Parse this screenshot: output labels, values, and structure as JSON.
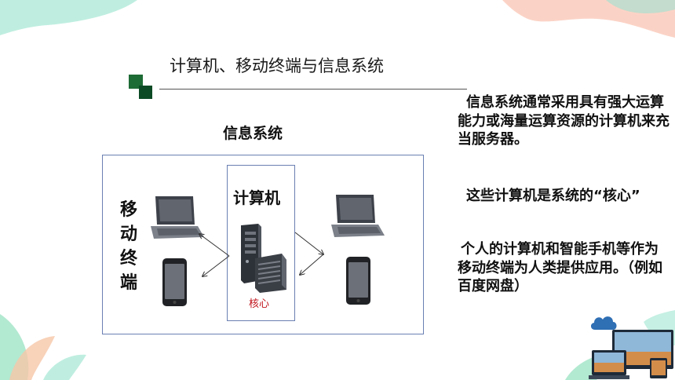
{
  "slide": {
    "title": "计算机、移动终端与信息系统"
  },
  "diagram": {
    "system_label": "信息系统",
    "computer_label": "计算机",
    "core_label": "核心",
    "mobile_label_chars": [
      "移",
      "动",
      "终",
      "端"
    ]
  },
  "description": {
    "paragraph1": "信息系统通常采用具有强大运算能力或海量运算资源的计算机来充当服务器。",
    "paragraph2": "这些计算机是系统的“核心”",
    "paragraph3": "个人的计算机和智能手机等作为移动终端为人类提供应用。（例如百度网盘）"
  },
  "colors": {
    "accent_green": "#1d6b35",
    "frame_blue": "#6a7fb2",
    "core_red": "#c0121a",
    "corner_teal": "#bfeee0",
    "corner_pink": "#fbd3c6"
  }
}
